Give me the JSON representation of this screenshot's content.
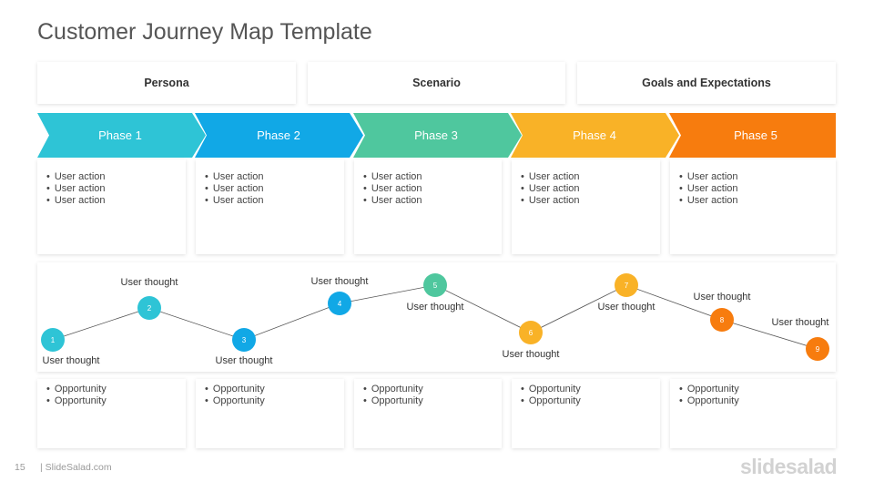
{
  "title": "Customer Journey Map Template",
  "headers": [
    "Persona",
    "Scenario",
    "Goals and Expectations"
  ],
  "phases": [
    {
      "label": "Phase 1",
      "color": "#2ec4d6"
    },
    {
      "label": "Phase 2",
      "color": "#11a8e6"
    },
    {
      "label": "Phase 3",
      "color": "#4fc79e"
    },
    {
      "label": "Phase 4",
      "color": "#f9b227"
    },
    {
      "label": "Phase 5",
      "color": "#f77c0e"
    }
  ],
  "actions": [
    [
      "User action",
      "User action",
      "User action"
    ],
    [
      "User action",
      "User action",
      "User action"
    ],
    [
      "User action",
      "User action",
      "User action"
    ],
    [
      "User action",
      "User action",
      "User action"
    ],
    [
      "User action",
      "User action",
      "User action"
    ]
  ],
  "journey": {
    "points": [
      {
        "n": "1",
        "thought": "User thought",
        "color": "#2ec4d6"
      },
      {
        "n": "2",
        "thought": "User thought",
        "color": "#2ec4d6"
      },
      {
        "n": "3",
        "thought": "User thought",
        "color": "#11a8e6"
      },
      {
        "n": "4",
        "thought": "User thought",
        "color": "#11a8e6"
      },
      {
        "n": "5",
        "thought": "User thought",
        "color": "#4fc79e"
      },
      {
        "n": "6",
        "thought": "User thought",
        "color": "#f9b227"
      },
      {
        "n": "7",
        "thought": "User thought",
        "color": "#f9b227"
      },
      {
        "n": "8",
        "thought": "User thought",
        "color": "#f77c0e"
      },
      {
        "n": "9",
        "thought": "User thought",
        "color": "#f77c0e"
      }
    ]
  },
  "opportunities": [
    [
      "Opportunity",
      "Opportunity"
    ],
    [
      "Opportunity",
      "Opportunity"
    ],
    [
      "Opportunity",
      "Opportunity"
    ],
    [
      "Opportunity",
      "Opportunity"
    ],
    [
      "Opportunity",
      "Opportunity"
    ]
  ],
  "footer": {
    "page": "15",
    "site": "| SlideSalad.com",
    "logo": "slidesalad"
  }
}
